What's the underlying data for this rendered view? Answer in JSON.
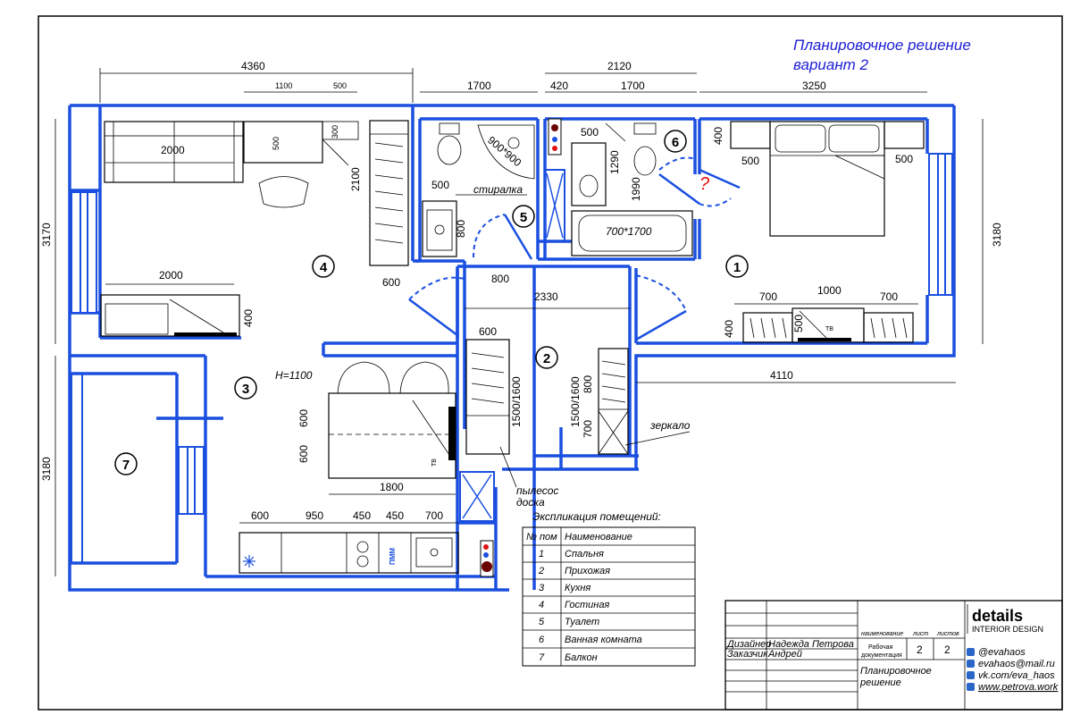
{
  "title": {
    "line1": "Планировочное решение",
    "line2": "вариант 2"
  },
  "dimensions": {
    "top_4360": "4360",
    "top_1100": "1100",
    "top_500": "500",
    "top_1700a": "1700",
    "top_2120": "2120",
    "top_420": "420",
    "top_1700b": "1700",
    "top_3250": "3250",
    "sofa_2000": "2000",
    "desk_500": "500",
    "desk_300": "300",
    "wardrobe_2100": "2100",
    "wardrobe_600": "600",
    "tv_2000": "2000",
    "tv_400": "400",
    "left_3170": "3170",
    "left_3180": "3180",
    "right_3180": "3180",
    "wc_500": "500",
    "wc_800": "800",
    "wc_corner": "900*900",
    "door_800": "800",
    "bath_500": "500",
    "bath_1290": "1290",
    "bath_1990": "1990",
    "bath_700x1700": "700*1700",
    "bed_400": "400",
    "bed_500a": "500",
    "bed_500b": "500",
    "hall_2330": "2330",
    "hall_600": "600",
    "hall_1500_1600a": "1500/1600",
    "hall_1500_1600b": "1500/1600",
    "hall_800": "800",
    "hall_700": "700",
    "br_700a": "700",
    "br_1000": "1000",
    "br_700b": "700",
    "br_400": "400",
    "br_500": "500",
    "right_4110": "4110",
    "island_h": "H=1100",
    "island_600a": "600",
    "island_600b": "600",
    "island_1800": "1800",
    "kit_600": "600",
    "kit_950": "950",
    "kit_450a": "450",
    "kit_450b": "450",
    "kit_700": "700"
  },
  "labels": {
    "washer": "стиралка",
    "mirror": "зеркало",
    "vacuum": "пылесос",
    "board": "доска",
    "tv": "ТВ",
    "tv2": "ТВ",
    "dishwasher": "ПММ",
    "question": "?"
  },
  "rooms": {
    "r1": "1",
    "r2": "2",
    "r3": "3",
    "r4": "4",
    "r5": "5",
    "r6": "6",
    "r7": "7"
  },
  "explication": {
    "caption": "Экспликация помещений:",
    "headers": [
      "№ пом",
      "Наименование"
    ],
    "rows": [
      {
        "num": "1",
        "name": "Спальня"
      },
      {
        "num": "2",
        "name": "Прихожая"
      },
      {
        "num": "3",
        "name": "Кухня"
      },
      {
        "num": "4",
        "name": "Гостиная"
      },
      {
        "num": "5",
        "name": "Туалет"
      },
      {
        "num": "6",
        "name": "Ванная комната"
      },
      {
        "num": "7",
        "name": "Балкон"
      }
    ]
  },
  "stamp": {
    "col_name": "наименование",
    "col_sheet": "лист",
    "col_sheets": "листов",
    "doc_l1": "Рабочая",
    "doc_l2": "документация",
    "sheet": "2",
    "sheets": "2",
    "designer_label": "Дизайнер",
    "designer": "Надежда Петрова",
    "client_label": "Заказчик",
    "client": "Андрей",
    "plan_l1": "Планировочное",
    "plan_l2": "решение",
    "brand": "details",
    "brand_sub": "INTERIOR DESIGN",
    "contacts": [
      "@evahaos",
      "evahaos@mail.ru",
      "vk.com/eva_haos",
      "www.petrova.work"
    ]
  },
  "colors": {
    "wall": "#1a4fe0",
    "title": "#1d1dd6",
    "red": "#e01010"
  }
}
